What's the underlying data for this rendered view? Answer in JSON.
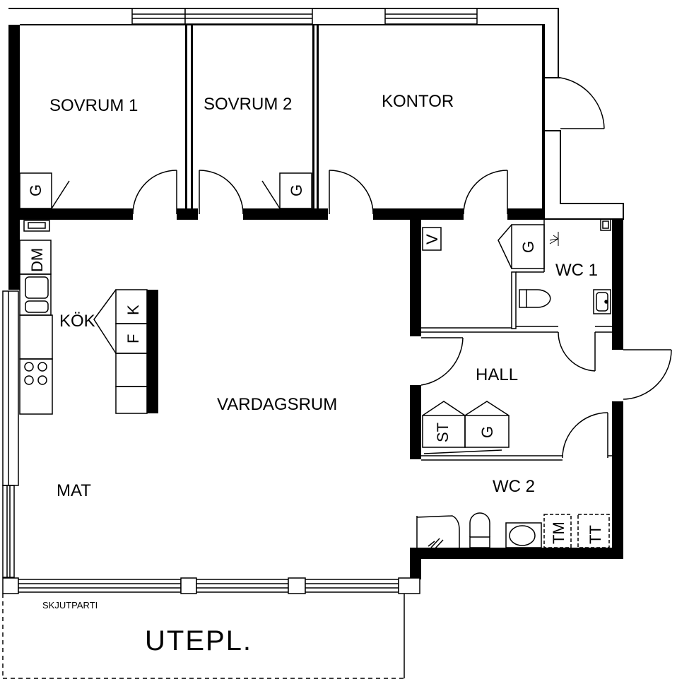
{
  "rooms": {
    "sovrum1": "SOVRUM 1",
    "sovrum2": "SOVRUM 2",
    "kontor": "KONTOR",
    "wc1": "WC 1",
    "kok": "KÖK",
    "vardagsrum": "VARDAGSRUM",
    "hall": "HALL",
    "mat": "MAT",
    "wc2": "WC 2",
    "skjutparti": "SKJUTPARTI",
    "utepl": "UTEPL."
  },
  "fixtures": {
    "g": "G",
    "v": "V",
    "dm": "DM",
    "k": "K",
    "f": "F",
    "st": "ST",
    "tm": "TM",
    "tt": "TT"
  }
}
